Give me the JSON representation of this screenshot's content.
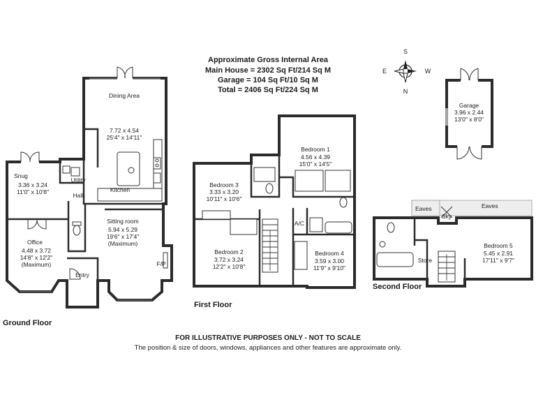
{
  "area_summary": {
    "heading": "Approximate Gross Internal Area",
    "main_house": "Main House = 2302 Sq Ft/214 Sq M",
    "garage": "Garage = 104 Sq Ft/10 Sq M",
    "total": "Total = 2406 Sq Ft/224 Sq M"
  },
  "compass": {
    "north": "N",
    "south": "S",
    "east": "E",
    "west": "W"
  },
  "floors": {
    "ground": {
      "label": "Ground Floor",
      "rooms": {
        "dining": {
          "name": "Dining Area",
          "dims_m": "7.72 x 4.54",
          "dims_ft": "25'4\" x 14'11\""
        },
        "kitchen": {
          "name": "Kitchen"
        },
        "utility": {
          "name": "Utility"
        },
        "snug": {
          "name": "Snug",
          "dims_m": "3.36 x 3.24",
          "dims_ft": "11'0\" x 10'8\""
        },
        "hall": {
          "name": "Hall"
        },
        "office": {
          "name": "Office",
          "dims_m": "4.48 x 3.72",
          "dims_ft": "14'8\" x 12'2\"",
          "note": "(Maximum)"
        },
        "sitting": {
          "name": "Sitting room",
          "dims_m": "5.94 x 5.29",
          "dims_ft": "19'6\" x 17'4\"",
          "note": "(Maximum)"
        },
        "entry": {
          "name": "Entry"
        },
        "fireplace": {
          "name": "F/P"
        }
      }
    },
    "first": {
      "label": "First Floor",
      "rooms": {
        "bedroom1": {
          "name": "Bedroom 1",
          "dims_m": "4.56 x 4.39",
          "dims_ft": "15'0\" x 14'5\""
        },
        "bedroom2": {
          "name": "Bedroom 2",
          "dims_m": "3.72 x 3.24",
          "dims_ft": "12'2\" x 10'8\""
        },
        "bedroom3": {
          "name": "Bedroom 3",
          "dims_m": "3.33 x 3.20",
          "dims_ft": "10'11\" x 10'6\""
        },
        "bedroom4": {
          "name": "Bedroom 4",
          "dims_m": "3.59 x 3.00",
          "dims_ft": "11'9\" x 9'10\""
        },
        "airing": {
          "name": "A/C"
        }
      }
    },
    "second": {
      "label": "Second Floor",
      "rooms": {
        "bedroom5": {
          "name": "Bedroom 5",
          "dims_m": "5.45 x 2.91",
          "dims_ft": "17'11\" x 9'7\""
        },
        "store": {
          "name": "Store"
        },
        "eaves_left": {
          "name": "Eaves"
        },
        "eaves_right": {
          "name": "Eaves"
        },
        "skylight": {
          "name": "Sky"
        }
      }
    },
    "garage": {
      "rooms": {
        "garage": {
          "name": "Garage",
          "dims_m": "3.96 x 2.44",
          "dims_ft": "13'0\" x 8'0\""
        }
      }
    }
  },
  "disclaimer": {
    "title": "FOR ILLUSTRATIVE PURPOSES ONLY - NOT TO SCALE",
    "text": "The position & size of doors, windows, appliances and other features are approximate only."
  }
}
